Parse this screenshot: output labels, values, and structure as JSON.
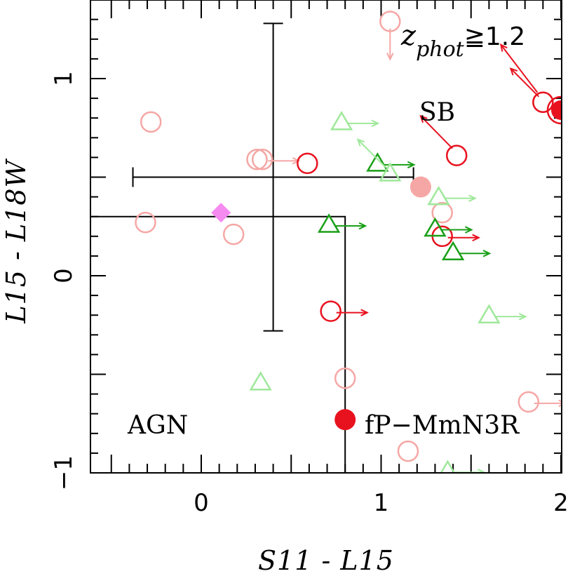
{
  "chart_data": {
    "type": "scatter",
    "xlabel": "S11 - L15",
    "ylabel": "L15 - L18W",
    "xlim": [
      -0.62,
      2.0
    ],
    "ylim": [
      -1.1,
      1.4
    ],
    "xticks": [
      0,
      1,
      2
    ],
    "yticks": [
      -1,
      0,
      1
    ],
    "xtick_labels": [
      "0",
      "1",
      "2"
    ],
    "ytick_labels": [
      "−1",
      "0",
      "1"
    ],
    "colors": {
      "red": "#e8121f",
      "pink": "#f5a7a5",
      "green": "#1a9f18",
      "lightgreen": "#9fe89a",
      "magenta": "#f58af0",
      "black": "#000000"
    },
    "annotations": {
      "zphot_main": "z",
      "zphot_sub": "phot",
      "zphot_rest": "≧1.2",
      "sb": "SB",
      "agn": "AGN",
      "source": "fP−MmN3R"
    },
    "agn_box": {
      "x_max": 0.8,
      "y_max": 0.3
    },
    "errorbar": {
      "x": 0.4,
      "y": 0.5,
      "x_err_low": 0.78,
      "x_err_high": 0.78,
      "y_err_low": 0.78,
      "y_err_high": 0.78
    },
    "sb_arrow": {
      "from": [
        1.42,
        0.61
      ],
      "to": [
        1.22,
        0.81
      ]
    },
    "points": [
      {
        "x": 1.05,
        "y": 1.29,
        "marker": "circle",
        "color": "pink",
        "arrow": "down"
      },
      {
        "x": -0.28,
        "y": 0.78,
        "marker": "circle",
        "color": "pink"
      },
      {
        "x": 0.31,
        "y": 0.59,
        "marker": "circle",
        "color": "pink"
      },
      {
        "x": 0.34,
        "y": 0.59,
        "marker": "circle",
        "color": "pink",
        "arrow": "right"
      },
      {
        "x": -0.31,
        "y": 0.27,
        "marker": "circle",
        "color": "pink"
      },
      {
        "x": 0.18,
        "y": 0.21,
        "marker": "circle",
        "color": "pink"
      },
      {
        "x": 1.34,
        "y": 0.32,
        "marker": "circle",
        "color": "pink"
      },
      {
        "x": 0.8,
        "y": -0.52,
        "marker": "circle",
        "color": "pink"
      },
      {
        "x": 1.15,
        "y": -0.89,
        "marker": "circle",
        "color": "pink"
      },
      {
        "x": 1.82,
        "y": -0.64,
        "marker": "circle",
        "color": "pink",
        "arrow": "right"
      },
      {
        "x": 1.9,
        "y": 0.88,
        "marker": "circle",
        "color": "pink"
      },
      {
        "x": 1.22,
        "y": 0.45,
        "marker": "filled-circle",
        "color": "pink"
      },
      {
        "x": 0.59,
        "y": 0.57,
        "marker": "circle",
        "color": "red"
      },
      {
        "x": 1.42,
        "y": 0.61,
        "marker": "circle",
        "color": "red"
      },
      {
        "x": 1.34,
        "y": 0.2,
        "marker": "circle",
        "color": "red",
        "arrow": "right"
      },
      {
        "x": 0.72,
        "y": -0.18,
        "marker": "circle",
        "color": "red",
        "arrow": "right"
      },
      {
        "x": 1.9,
        "y": 0.88,
        "marker": "circle",
        "color": "red",
        "arrow": "upleft"
      },
      {
        "x": 2.0,
        "y": 0.84,
        "marker": "circle",
        "color": "red"
      },
      {
        "x": 2.0,
        "y": 0.84,
        "marker": "filled-circle",
        "color": "red"
      },
      {
        "x": 0.8,
        "y": -0.73,
        "marker": "filled-circle",
        "color": "red"
      },
      {
        "x": 0.98,
        "y": 0.57,
        "marker": "triangle",
        "color": "green",
        "arrow": "right"
      },
      {
        "x": 0.71,
        "y": 0.26,
        "marker": "triangle",
        "color": "green",
        "arrow": "right"
      },
      {
        "x": 1.3,
        "y": 0.24,
        "marker": "triangle",
        "color": "green",
        "arrow": "right"
      },
      {
        "x": 1.4,
        "y": 0.12,
        "marker": "triangle",
        "color": "green",
        "arrow": "right"
      },
      {
        "x": 0.78,
        "y": 0.78,
        "marker": "triangle",
        "color": "lightgreen",
        "arrow": "right"
      },
      {
        "x": 1.05,
        "y": 0.52,
        "marker": "triangle",
        "color": "lightgreen",
        "arrow": "upleft"
      },
      {
        "x": 1.32,
        "y": 0.4,
        "marker": "triangle",
        "color": "lightgreen",
        "arrow": "right"
      },
      {
        "x": 1.6,
        "y": -0.2,
        "marker": "triangle",
        "color": "lightgreen",
        "arrow": "right"
      },
      {
        "x": 0.33,
        "y": -0.54,
        "marker": "triangle",
        "color": "lightgreen"
      },
      {
        "x": 1.37,
        "y": -0.99,
        "marker": "triangle",
        "color": "lightgreen",
        "arrow": "right"
      },
      {
        "x": 0.11,
        "y": 0.32,
        "marker": "diamond",
        "color": "magenta"
      }
    ]
  }
}
